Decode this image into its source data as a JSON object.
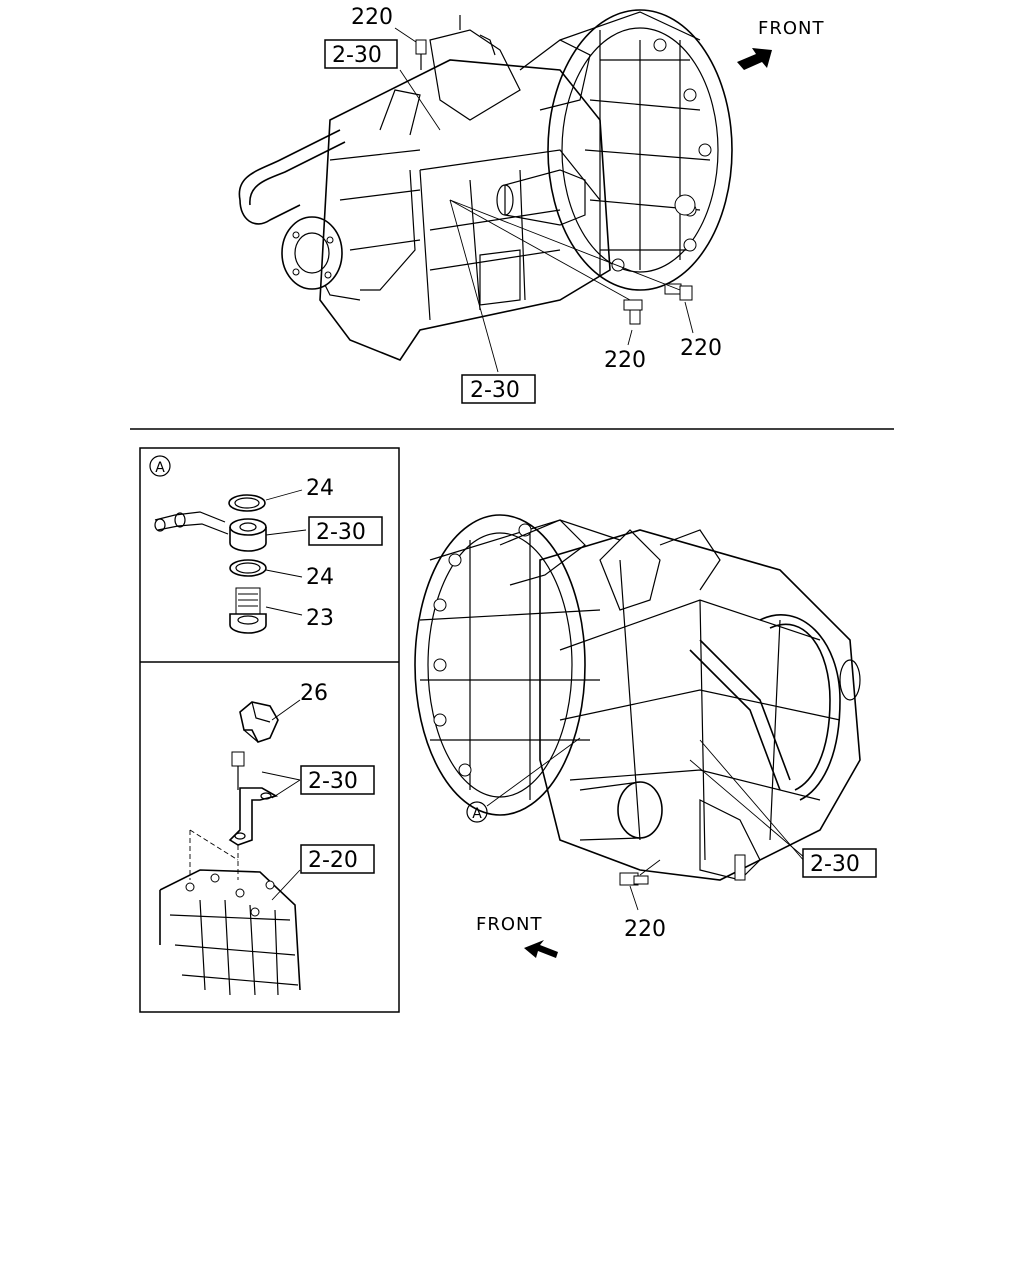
{
  "callouts": {
    "top_bolt_label": "220",
    "top_ref_upper": "2-30",
    "top_ref_lower": "2-30",
    "top_bolt_label_mid": "220",
    "top_bolt_label_right": "220",
    "front_top": "FRONT",
    "inset_a_marker": "A",
    "inset_washer_upper": "24",
    "inset_eye_ref": "2-30",
    "inset_washer_lower": "24",
    "inset_bolt": "23",
    "inset_clip": "26",
    "inset_bracket_ref": "2-30",
    "inset_housing_ref": "2-20",
    "bottom_a_marker": "A",
    "bottom_ref": "2-30",
    "bottom_bolt_label": "220",
    "front_bottom": "FRONT"
  },
  "colors": {
    "line": "#000000",
    "background": "#ffffff"
  }
}
